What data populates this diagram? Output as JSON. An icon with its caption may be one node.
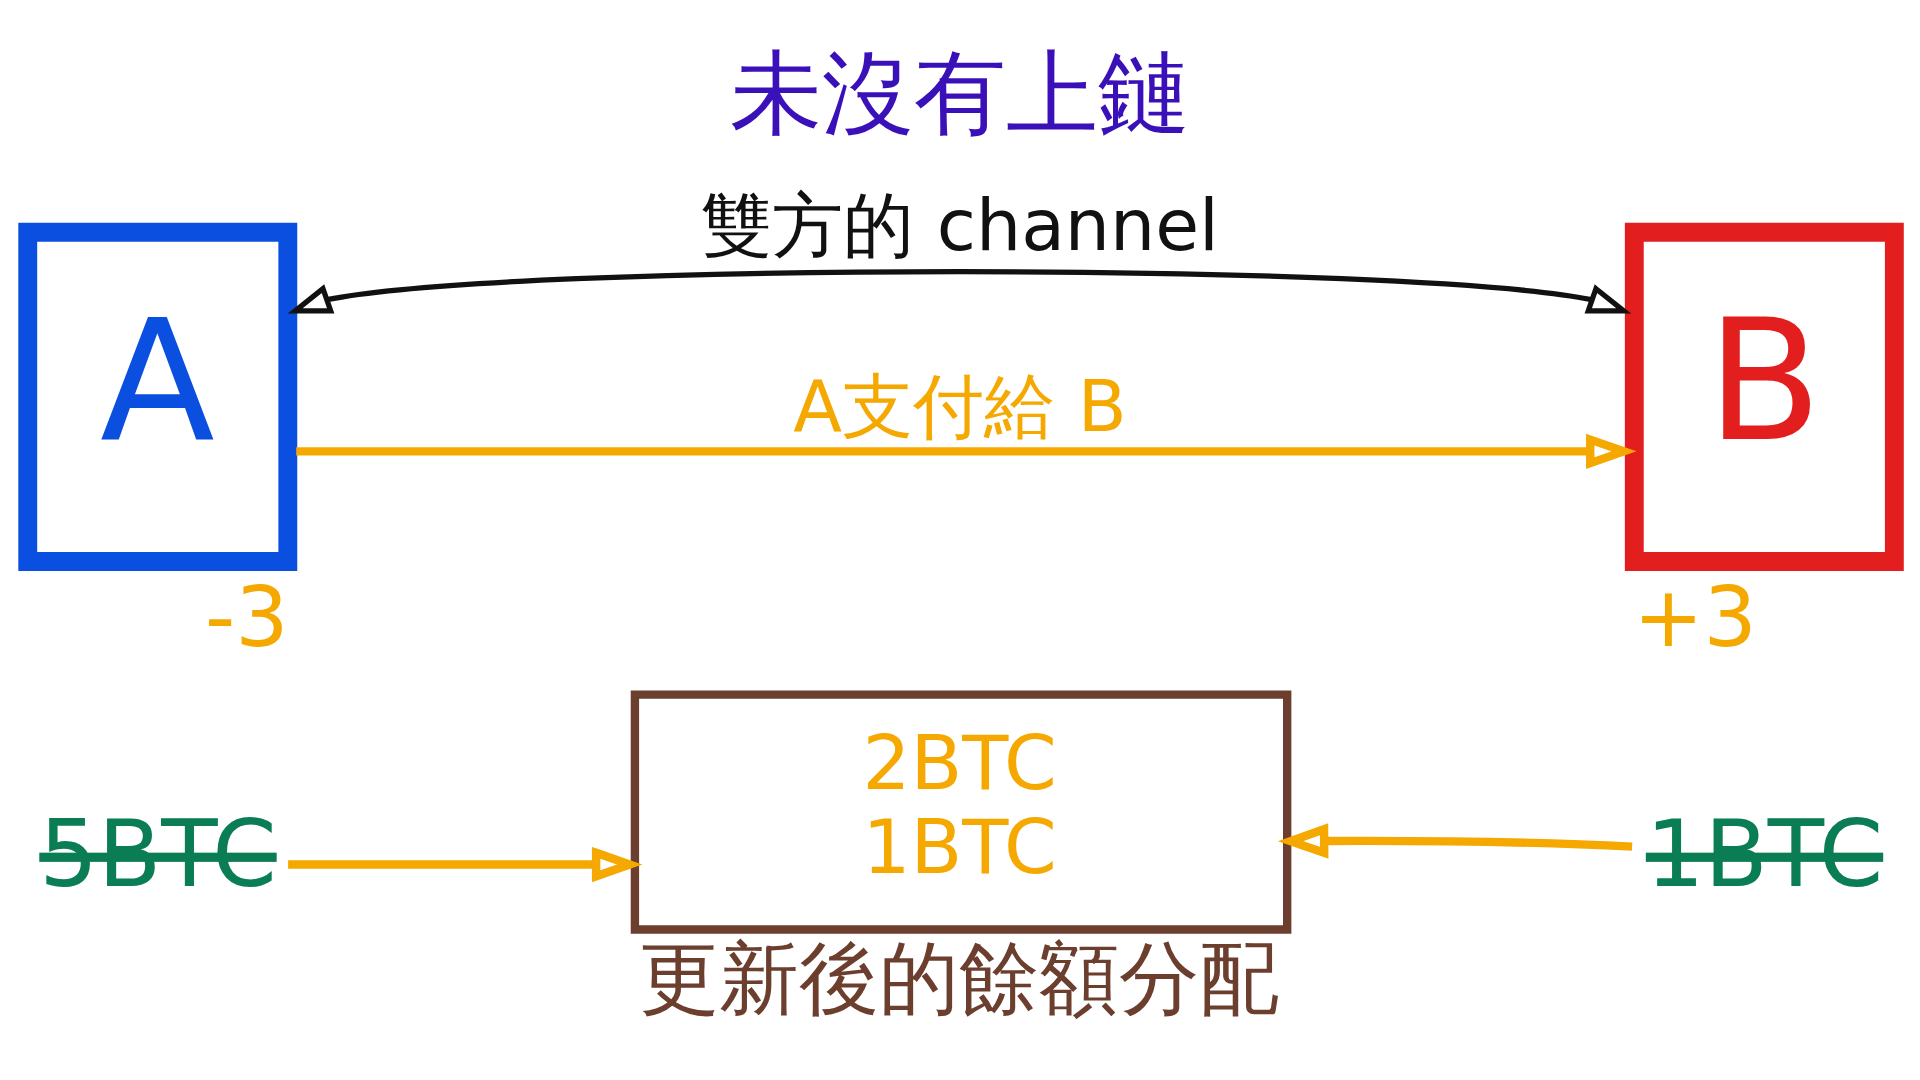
{
  "diagram": {
    "nodes": [
      {
        "text": [
          "A"
        ],
        "beside": [
          "-3"
        ]
      },
      {
        "text": [
          "B"
        ],
        "beside": [
          "+3"
        ]
      },
      {
        "text": [
          "5BTC"
        ]
      },
      {
        "text": [
          "2BTC",
          "1BTC"
        ],
        "beside": [
          "更新後的餘額分配"
        ]
      },
      {
        "text": [
          "1BTC"
        ]
      }
    ],
    "edges": [
      {
        "from": 0,
        "to": 1,
        "arrow": "both",
        "label": "雙方的 channel",
        "color": "#111111"
      },
      {
        "from": 0,
        "to": 1,
        "arrow": "to",
        "label": "A支付給 B"
      },
      {
        "from": 2,
        "to": 3,
        "arrow": "to"
      },
      {
        "from": 4,
        "to": 3,
        "arrow": "to"
      }
    ],
    "labels": [
      "未沒有上鏈"
    ]
  }
}
